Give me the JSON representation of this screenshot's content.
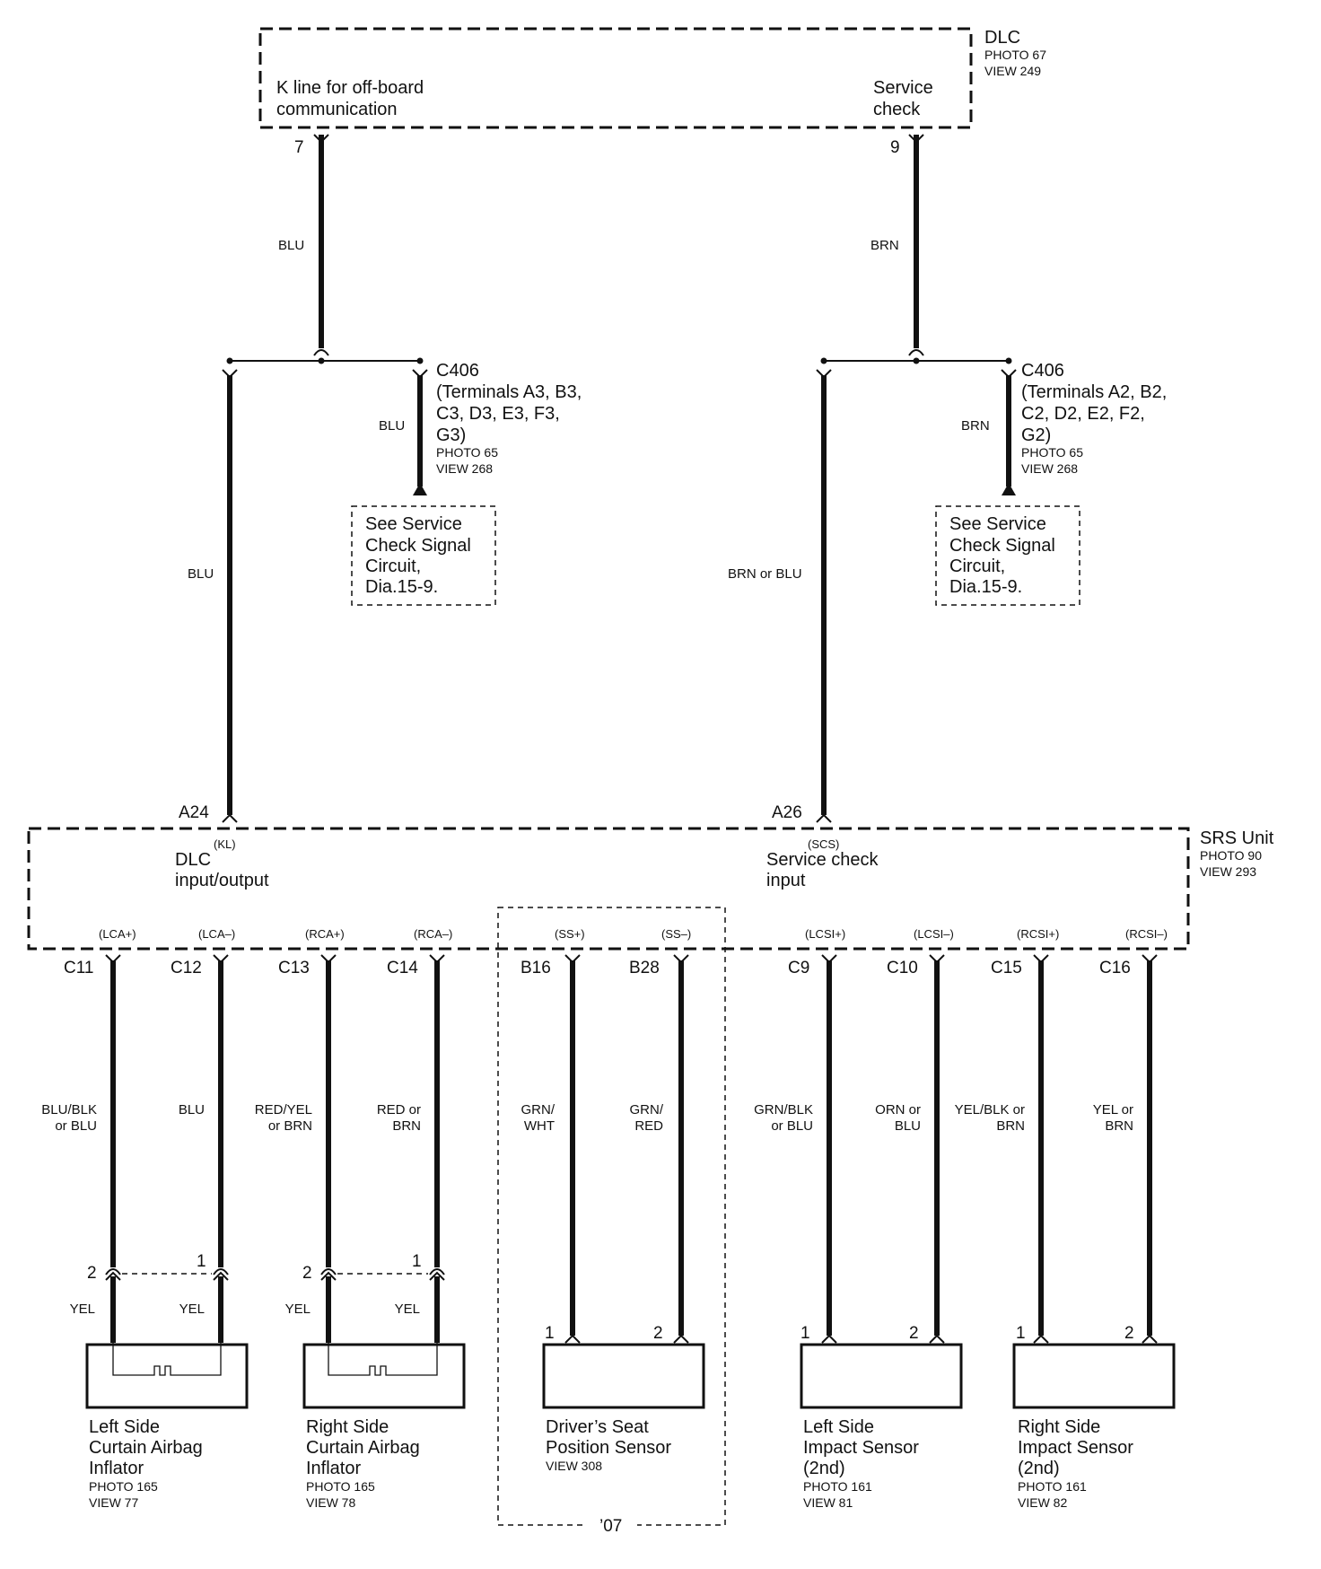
{
  "dlc": {
    "title": "DLC",
    "photo": "PHOTO 67",
    "view": "VIEW 249",
    "left_label_1": "K line for off-board",
    "left_label_2": "communication",
    "right_label_1": "Service",
    "right_label_2": "check",
    "pin_left": "7",
    "pin_right": "9"
  },
  "wires_top": {
    "left_color": "BLU",
    "right_color": "BRN",
    "left_branch_color": "BLU",
    "right_branch_color": "BRN",
    "left_main_color": "BLU",
    "right_main_color": "BRN or BLU"
  },
  "c406_left": {
    "name": "C406",
    "terminals_1": "(Terminals A3, B3,",
    "terminals_2": "C3, D3, E3, F3,",
    "terminals_3": "G3)",
    "photo": "PHOTO 65",
    "view": "VIEW 268"
  },
  "c406_right": {
    "name": "C406",
    "terminals_1": "(Terminals A2, B2,",
    "terminals_2": "C2, D2, E2, F2,",
    "terminals_3": "G2)",
    "photo": "PHOTO 65",
    "view": "VIEW 268"
  },
  "see_box_left": {
    "line1": "See Service",
    "line2": "Check Signal",
    "line3": "Circuit,",
    "line4": "Dia.15-9."
  },
  "see_box_right": {
    "line1": "See Service",
    "line2": "Check Signal",
    "line3": "Circuit,",
    "line4": "Dia.15-9."
  },
  "srs": {
    "title": "SRS Unit",
    "photo": "PHOTO 90",
    "view": "VIEW 293",
    "pin_a24": "A24",
    "pin_a26": "A26",
    "kl": "(KL)",
    "scs": "(SCS)",
    "dlc_label_1": "DLC",
    "dlc_label_2": "input/output",
    "sc_label_1": "Service check",
    "sc_label_2": "input"
  },
  "signals": [
    "(LCA+)",
    "(LCA–)",
    "(RCA+)",
    "(RCA–)",
    "(SS+)",
    "(SS–)",
    "(LCSI+)",
    "(LCSI–)",
    "(RCSI+)",
    "(RCSI–)"
  ],
  "pins": [
    "C11",
    "C12",
    "C13",
    "C14",
    "B16",
    "B28",
    "C9",
    "C10",
    "C15",
    "C16"
  ],
  "wire_colors": [
    [
      "BLU/BLK",
      "or BLU"
    ],
    [
      "BLU",
      ""
    ],
    [
      "RED/YEL",
      "or BRN"
    ],
    [
      "RED or",
      "BRN"
    ],
    [
      "GRN/",
      "WHT"
    ],
    [
      "GRN/",
      "RED"
    ],
    [
      "GRN/BLK",
      "or BLU"
    ],
    [
      "ORN or",
      "BLU"
    ],
    [
      "YEL/BLK or",
      "BRN"
    ],
    [
      "YEL or",
      "BRN"
    ]
  ],
  "connector_pins": {
    "left_curtain": [
      "2",
      "1"
    ],
    "right_curtain": [
      "2",
      "1"
    ],
    "seat": [
      "1",
      "2"
    ],
    "left_impact": [
      "1",
      "2"
    ],
    "right_impact": [
      "1",
      "2"
    ]
  },
  "lower_wire_colors": [
    "YEL",
    "YEL",
    "YEL",
    "YEL"
  ],
  "components": {
    "left_curtain": {
      "l1": "Left Side",
      "l2": "Curtain Airbag",
      "l3": "Inflator",
      "photo": "PHOTO 165",
      "view": "VIEW 77"
    },
    "right_curtain": {
      "l1": "Right Side",
      "l2": "Curtain Airbag",
      "l3": "Inflator",
      "photo": "PHOTO 165",
      "view": "VIEW 78"
    },
    "seat": {
      "l1": "Driver’s Seat",
      "l2": "Position Sensor",
      "view": "VIEW 308"
    },
    "left_impact": {
      "l1": "Left Side",
      "l2": "Impact Sensor",
      "l3": "(2nd)",
      "photo": "PHOTO 161",
      "view": "VIEW 81"
    },
    "right_impact": {
      "l1": "Right Side",
      "l2": "Impact Sensor",
      "l3": "(2nd)",
      "photo": "PHOTO 161",
      "view": "VIEW 82"
    }
  },
  "year_note": "’07"
}
